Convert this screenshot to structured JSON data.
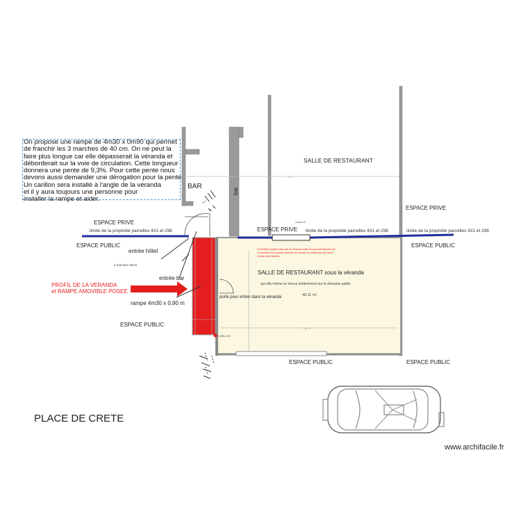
{
  "note": {
    "lines": [
      "On propose une rampe de 4m30 x 0m90 qui permet",
      "de franchir les 3 marches de 40 cm. On ne peut la",
      "faire plus longue car elle dépasserait la véranda et",
      "déborderait sur la voie de circulation. Cette longueur",
      "donnera une pente de 9,3%. Pour cette pente nous",
      "devons aussi demander une dérogation pour la pente",
      "Un carillon sera installé à l'angle de la véranda",
      "et il y aura toujours une personne pour",
      "installer la rampe et aider."
    ]
  },
  "labels": {
    "salle_restaurant_top": "SALLE DE RESTAURANT",
    "bar_room": "BAR",
    "bar_small": "bar",
    "espace_prive_left": "ESPACE PRIVE",
    "espace_prive_center": "ESPACE PRIVE",
    "espace_prive_right": "ESPACE PRIVE",
    "limite_left": "limite de la propriété parcelles 431 et 298",
    "limite_center": "limite de la propriété parcelles 431 et 298",
    "limite_right": "limite de la propriété parcelles 431 et 298",
    "espace_public_left": "ESPACE PUBLIC",
    "espace_public_right": "ESPACE PUBLIC",
    "espace_public_mid_left": "ESPACE PUBLIC",
    "espace_public_bottom_center": "ESPACE PUBLIC",
    "espace_public_bottom_right": "ESPACE PUBLIC",
    "entree_hotel": "entrée hôtel",
    "marches": "3 marches 40cm",
    "entree_bar": "entrée bar",
    "profil_line1": "PROFIL DE LA VERANDA",
    "profil_line2": "et RAMPE AMOVIBLE POSEE",
    "rampe": "rampe 4m30 x 0,90 m",
    "pmr_note_line1": "Un PMR pourrait entrer par la véranda mais ne pourrait franchir les",
    "pmr_note_line2": "3 marches OU pourrait accéder au niveau du restaurant qui est le",
    "pmr_note_line3": "niveau des toilettes",
    "veranda_title": "SALLE DE RESTAURANT sous la véranda",
    "veranda_sub": "qui elle-même se trouve entièrement sur le domaine public",
    "porte": "porte pour entrer dans la véranda",
    "area": "40,11 m²",
    "carillon": "CARILLON",
    "niveau": "niveau 40",
    "dim_top": "8,4 m",
    "dim_veranda": "7,81 m",
    "place": "PLACE DE CRETE",
    "watermark": "www.archifacile.fr"
  },
  "colors": {
    "boundary": "#1f2c9c",
    "ramp": "#e41e1e",
    "veranda_fill": "#fbf7e1",
    "wall": "#8a8a8a",
    "note_border": "#5b9bd5",
    "profil_text": "#e41e1e"
  },
  "icons": [
    "car-icon",
    "arrow-right-icon",
    "door-swing-icon",
    "stairs-icon",
    "carillon-icon"
  ]
}
